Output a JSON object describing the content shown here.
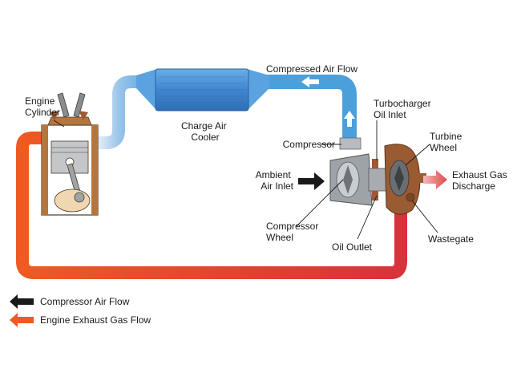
{
  "labels": {
    "engine_cylinder": [
      "Engine",
      "Cylinder"
    ],
    "charge_air_cooler": [
      "Charge Air",
      "Cooler"
    ],
    "compressed_air_flow": "Compressed Air Flow",
    "turbocharger_oil_inlet": [
      "Turbocharger",
      "Oil Inlet"
    ],
    "turbine_wheel": [
      "Turbine",
      "Wheel"
    ],
    "compressor": "Compressor",
    "ambient_air_inlet": [
      "Ambient",
      "Air Inlet"
    ],
    "exhaust_gas_discharge": [
      "Exhaust Gas",
      "Discharge"
    ],
    "compressor_wheel": [
      "Compressor",
      "Wheel"
    ],
    "oil_outlet": "Oil Outlet",
    "wastegate": "Wastegate"
  },
  "legend": {
    "compressor_air_flow": "Compressor Air Flow",
    "engine_exhaust_gas_flow": "Engine Exhaust Gas Flow"
  },
  "colors": {
    "intake_blue": "#4b9fdb",
    "cooler_blue": "#3f87d0",
    "exhaust_red": "#d8323a",
    "exhaust_orange": "#ee5a22",
    "turbine_brown": "#9a5a32",
    "compressor_grey": "#9ea3a8",
    "engine_brown": "#b5763e",
    "arrow_black": "#1a1a1a"
  }
}
